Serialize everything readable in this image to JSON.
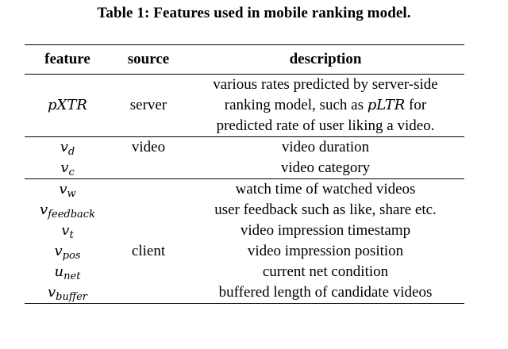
{
  "caption": "Table 1: Features used in mobile ranking model.",
  "headers": {
    "feature": "feature",
    "source": "source",
    "description": "description"
  },
  "rows": [
    {
      "feature_base": "pXTR",
      "feature_sub": "",
      "source": "server",
      "desc_line1": "various rates predicted by server-side",
      "desc_line2_a": "ranking model, such as ",
      "desc_line2_em": "pLTR",
      "desc_line2_b": " for",
      "desc_line3": "predicted rate of user liking a video."
    },
    {
      "feature_base": "v",
      "feature_sub": "d",
      "source": "video",
      "description": "video duration"
    },
    {
      "feature_base": "v",
      "feature_sub": "c",
      "source": "",
      "description": "video category"
    },
    {
      "feature_base": "v",
      "feature_sub": "w",
      "source": "",
      "description": "watch time of watched videos"
    },
    {
      "feature_base": "v",
      "feature_sub": "feedback",
      "source": "",
      "description": "user feedback such as like, share etc."
    },
    {
      "feature_base": "v",
      "feature_sub": "t",
      "source": "",
      "description": "video impression timestamp"
    },
    {
      "feature_base": "v",
      "feature_sub": "pos",
      "source": "client",
      "description": "video impression position"
    },
    {
      "feature_base": "u",
      "feature_sub": "net",
      "source": "",
      "description": "current net condition"
    },
    {
      "feature_base": "v",
      "feature_sub": "buffer",
      "source": "",
      "description": "buffered length of candidate videos"
    }
  ]
}
